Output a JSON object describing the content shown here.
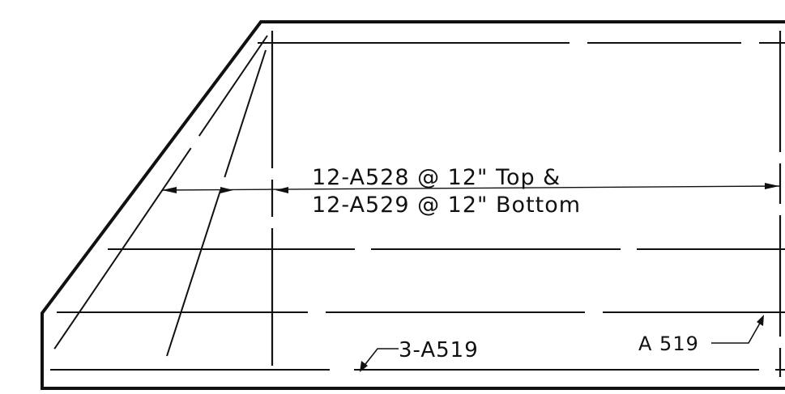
{
  "drawing": {
    "labels": {
      "top_callout": "12-A528 @ 12\" Top &",
      "bottom_callout": "12-A529 @ 12\" Bottom",
      "bottom_bar_callout": "3-A519",
      "right_bar_callout": "A 519"
    },
    "colors": {
      "ink": "#111111",
      "background": "#ffffff"
    }
  }
}
